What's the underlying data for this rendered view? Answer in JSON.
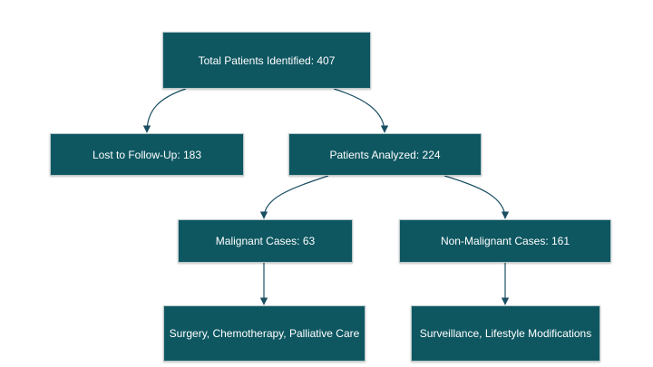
{
  "colors": {
    "node_fill": "#0e5761",
    "node_text": "#ffffff",
    "edge": "#1b4f63",
    "background": "#ffffff"
  },
  "nodes": {
    "total": "Total Patients Identified: 407",
    "lost": "Lost to Follow-Up: 183",
    "analyzed": "Patients Analyzed: 224",
    "malignant": "Malignant Cases: 63",
    "non_malignant": "Non-Malignant Cases: 161",
    "malignant_treatment": "Surgery, Chemotherapy, Palliative Care",
    "non_malignant_treatment": "Surveillance, Lifestyle Modifications"
  },
  "edges": [
    {
      "from": "total",
      "to": "lost"
    },
    {
      "from": "total",
      "to": "analyzed"
    },
    {
      "from": "analyzed",
      "to": "malignant"
    },
    {
      "from": "analyzed",
      "to": "non_malignant"
    },
    {
      "from": "malignant",
      "to": "malignant_treatment"
    },
    {
      "from": "non_malignant",
      "to": "non_malignant_treatment"
    }
  ]
}
